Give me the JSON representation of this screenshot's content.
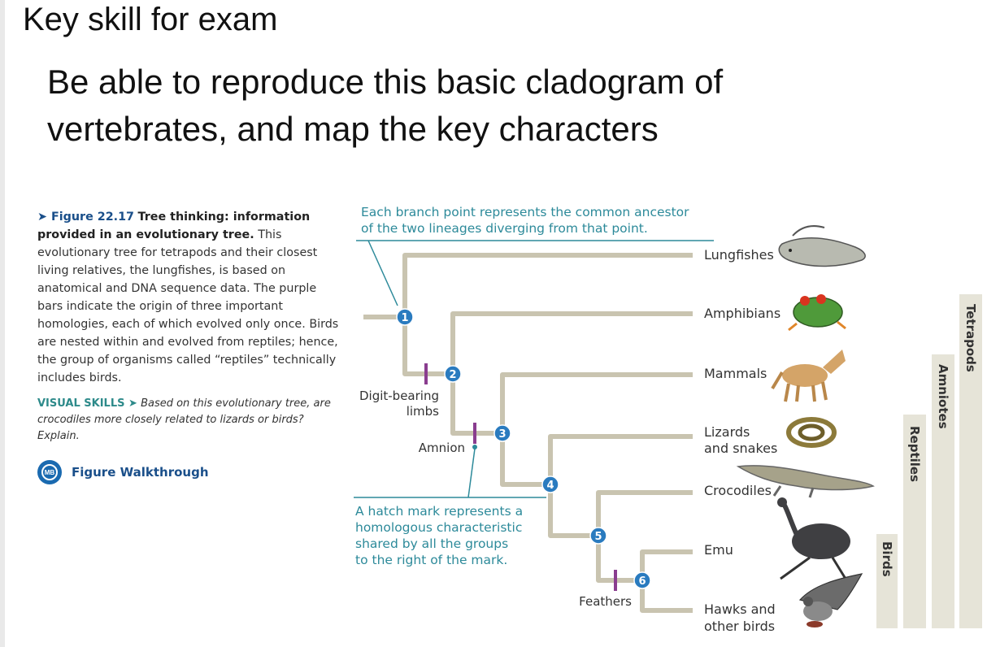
{
  "slide": {
    "heading": "Key skill for exam",
    "instruction_line1": "Be able to reproduce this basic cladogram of",
    "instruction_line2": "vertebrates, and map the key characters"
  },
  "caption": {
    "figure_number": "➤ Figure 22.17",
    "title": "Tree thinking: information provided in an evolutionary tree.",
    "body": "This evolutionary tree for tetrapods and their closest living relatives, the lungfishes, is based on anatomical and DNA sequence data. The purple bars indicate the origin of three important homologies, each of which evolved only once. Birds are nested within and evolved from reptiles; hence, the group of organisms called “reptiles” technically includes birds.",
    "visual_skills_label": "VISUAL SKILLS ➤",
    "visual_skills_text": "Based on this evolutionary tree, are crocodiles more closely related to lizards or birds? Explain.",
    "walkthrough_icon_text": "MB",
    "walkthrough_label": "Figure Walkthrough"
  },
  "callouts": {
    "branch_point_line1": "Each branch point represents the common ancestor",
    "branch_point_line2": "of the two lineages diverging from that point.",
    "hatch_line1": "A hatch mark represents a",
    "hatch_line2": "homologous characteristic",
    "hatch_line3": "shared by all the groups",
    "hatch_line4": "to the right of the mark."
  },
  "characters": {
    "limbs_line1": "Digit-bearing",
    "limbs_line2": "limbs",
    "amnion": "Amnion",
    "feathers": "Feathers"
  },
  "taxa": {
    "lungfishes": "Lungfishes",
    "amphibians": "Amphibians",
    "mammals": "Mammals",
    "lizards_line1": "Lizards",
    "lizards_line2": "and snakes",
    "crocodiles": "Crocodiles",
    "emu": "Emu",
    "hawks_line1": "Hawks and",
    "hawks_line2": "other birds"
  },
  "nodes": [
    "1",
    "2",
    "3",
    "4",
    "5",
    "6"
  ],
  "groups": {
    "birds": "Birds",
    "reptiles": "Reptiles",
    "amniotes": "Amniotes",
    "tetrapods": "Tetrapods"
  },
  "colors": {
    "branch": "#c9c4b0",
    "hatch": "#8a3d8f",
    "node": "#2a7bbf",
    "callout": "#2d8a9a",
    "group_bar": "#e6e4d8"
  },
  "icons": [
    "lungfish-icon",
    "frog-icon",
    "coyote-icon",
    "snake-icon",
    "crocodile-icon",
    "emu-icon",
    "hawk-icon"
  ]
}
